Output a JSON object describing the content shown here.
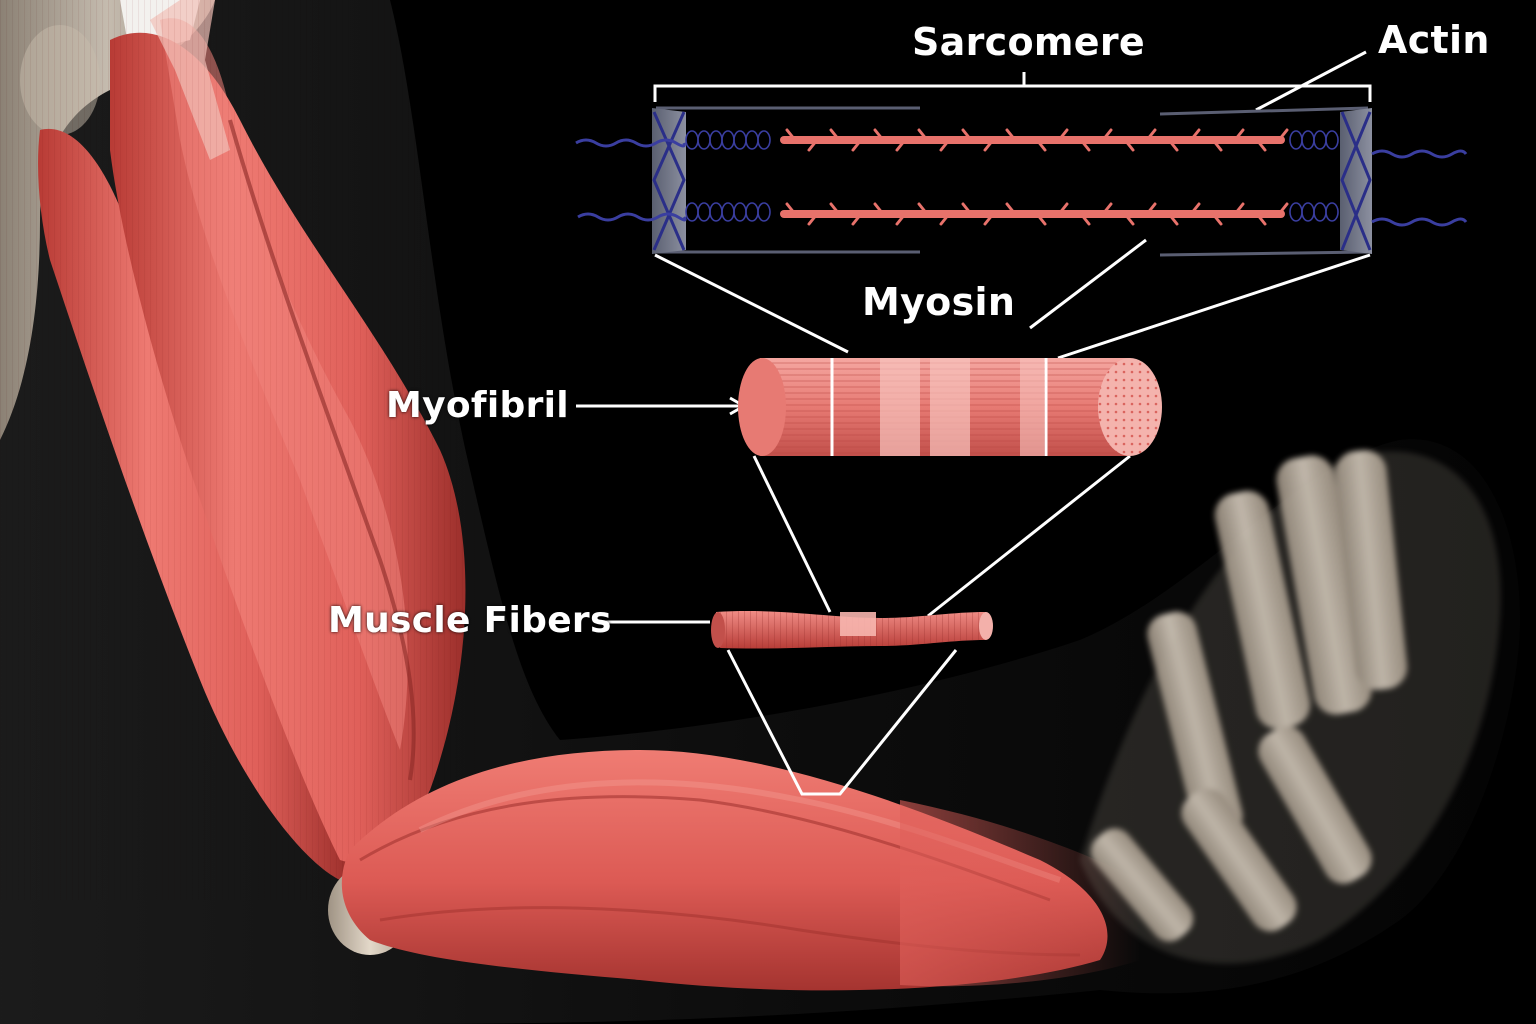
{
  "diagram": {
    "labels": {
      "sarcomere": "Sarcomere",
      "actin": "Actin",
      "myosin": "Myosin",
      "myofibril": "Myofibril",
      "muscle_fibers": "Muscle Fibers"
    }
  },
  "colors": {
    "background": "#000000",
    "muscle": "#e0605a",
    "muscle_dark": "#a8322f",
    "muscle_light": "#f2918a",
    "bone": "#d9cdbd",
    "skin_outline": "#3a3a3a",
    "z_disc": "#3a3f8f",
    "titin": "#2a2e88",
    "label_text": "#ffffff",
    "callout_line": "#ffffff"
  }
}
